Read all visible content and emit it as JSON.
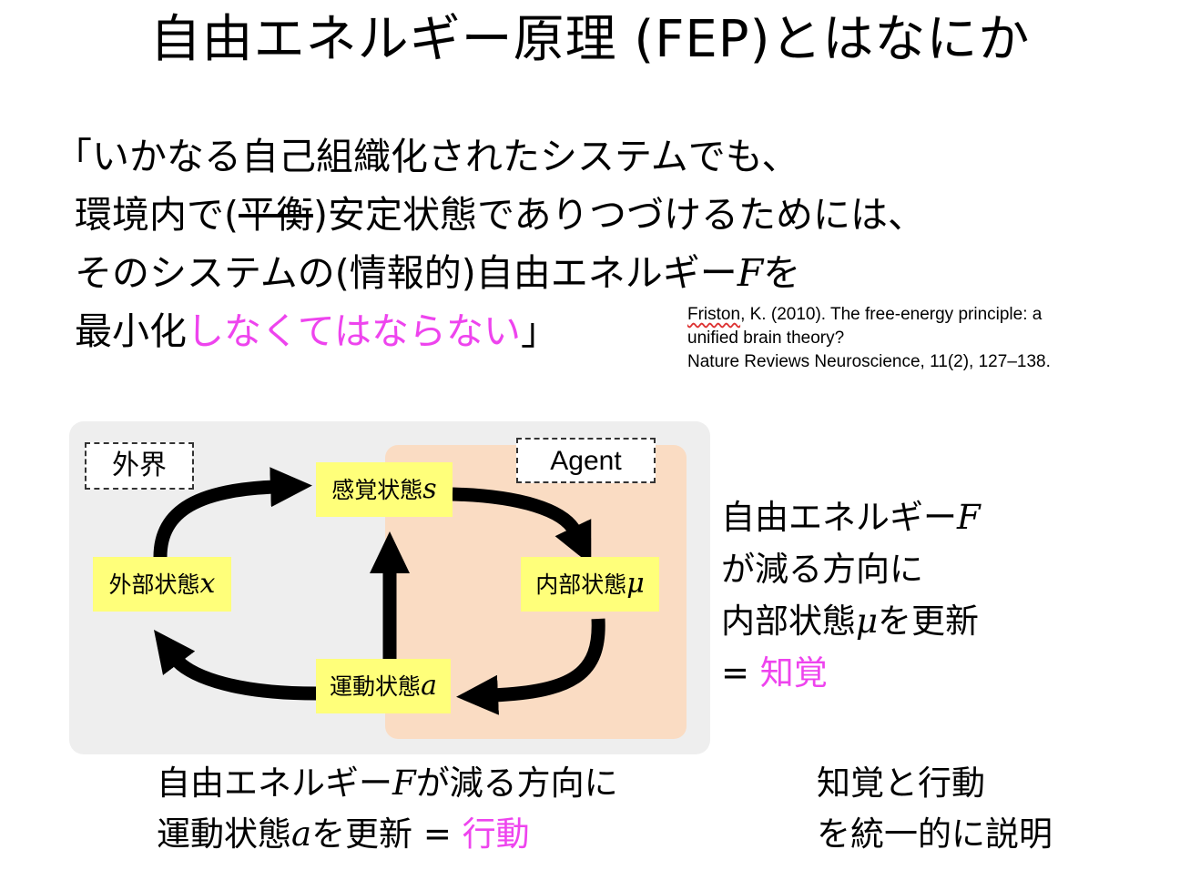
{
  "title": "自由エネルギー原理 (FEP)とはなにか",
  "quote": {
    "line1": "「いかなる自己組織化されたシステムでも、",
    "line2_a": "環境内で(",
    "line2_strike": "平衡",
    "line2_b": ")安定状態でありつづけるためには、",
    "line3_a": "そのシステムの(情報的)自由エネルギー",
    "line3_var": "F",
    "line3_b": "を",
    "line4_a": "最小化",
    "line4_highlight": "しなくてはならない",
    "line4_close": "」"
  },
  "citation": {
    "author": "Friston",
    "rest1": ", K. (2010). The free-energy principle: a",
    "line2": "unified brain theory?",
    "line3": "Nature Reviews Neuroscience, 11(2), 127–138."
  },
  "diagram": {
    "world_label": "外界",
    "agent_label": "Agent",
    "nodes": {
      "sensory": {
        "label": "感覚状態",
        "var": "s"
      },
      "internal": {
        "label": "内部状態",
        "var": "μ"
      },
      "external": {
        "label": "外部状態",
        "var": "x"
      },
      "action": {
        "label": "運動状態",
        "var": "a"
      }
    }
  },
  "perception": {
    "line1_a": "自由エネルギー",
    "line1_var": "F",
    "line2": "が減る方向に",
    "line3_a": "内部状態",
    "line3_var": "μ",
    "line3_b": "を更新",
    "line4_a": "= ",
    "line4_highlight": "知覚"
  },
  "action_text": {
    "line1_a": "自由エネルギー",
    "line1_var": "F",
    "line1_b": "が減る方向に",
    "line2_a": "運動状態",
    "line2_var": "a",
    "line2_b": "を更新 = ",
    "line2_highlight": "行動"
  },
  "summary": {
    "line1": "知覚と行動",
    "line2": "を統一的に説明"
  },
  "colors": {
    "highlight": "#ee44ee",
    "node_fill": "#ffff7a",
    "agent_fill": "#fadcc3",
    "world_fill": "#eeeeee"
  }
}
